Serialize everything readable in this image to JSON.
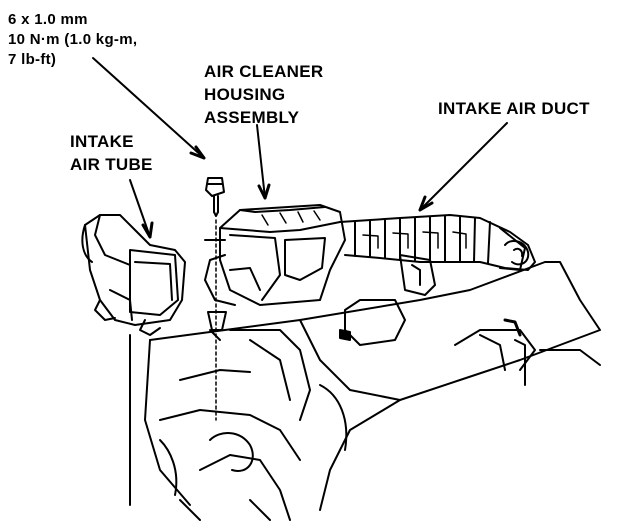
{
  "labels": {
    "bolt_spec": [
      "6 x 1.0 mm",
      "10 N·m (1.0 kg-m,",
      "7 lb-ft)"
    ],
    "housing": [
      "AIR CLEANER",
      "HOUSING",
      "ASSEMBLY"
    ],
    "intake_tube": [
      "INTAKE",
      "AIR TUBE"
    ],
    "intake_duct": [
      "INTAKE AIR DUCT"
    ]
  },
  "colors": {
    "ink": "#000000",
    "paper": "#ffffff"
  }
}
